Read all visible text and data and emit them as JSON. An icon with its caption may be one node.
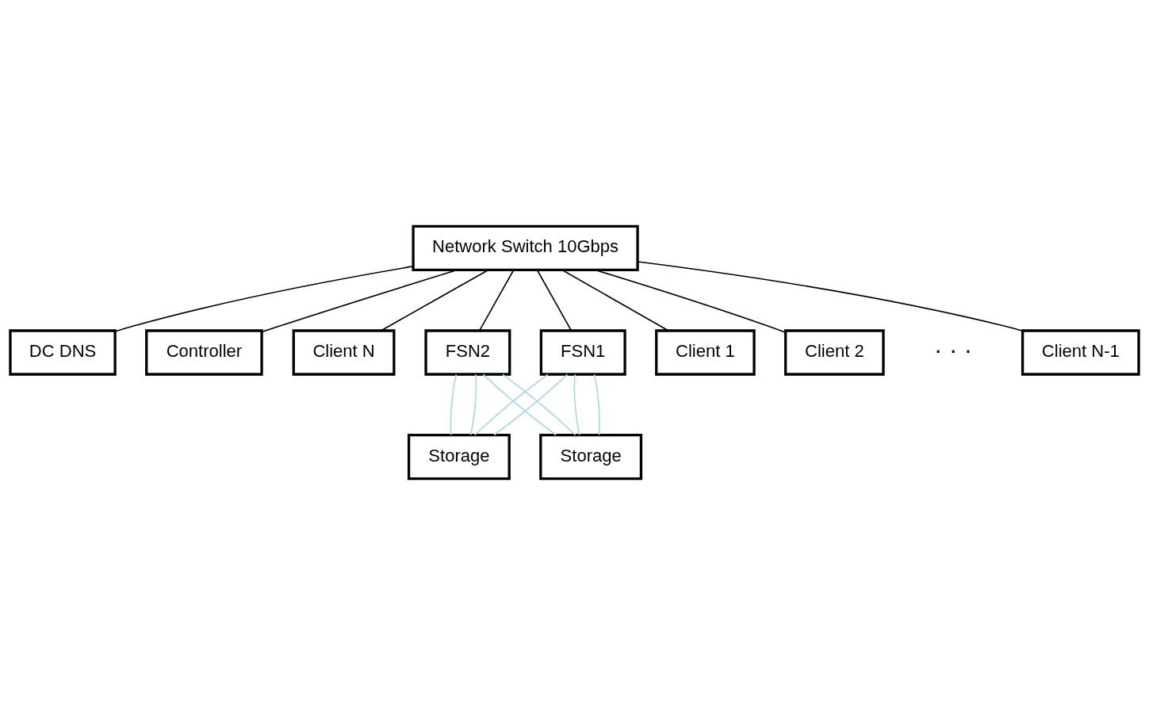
{
  "diagram": {
    "nodes": [
      {
        "text": [
          "Network Switch 10Gbps"
        ]
      },
      {
        "text": [
          "DC DNS"
        ]
      },
      {
        "text": [
          "Controller"
        ]
      },
      {
        "text": [
          "FSN1"
        ]
      },
      {
        "text": [
          "FSN2"
        ]
      },
      {
        "text": [
          "Storage"
        ]
      },
      {
        "text": [
          "Storage"
        ]
      },
      {
        "text": [
          "Client 1"
        ]
      },
      {
        "text": [
          "Client 2"
        ]
      },
      {
        "text": [
          "Client N-1"
        ]
      },
      {
        "text": [
          "Client N"
        ]
      }
    ],
    "edges": [
      {
        "from": 0,
        "to": 1,
        "arrow": "none"
      },
      {
        "from": 0,
        "to": 3,
        "arrow": "none"
      },
      {
        "from": 0,
        "to": 2,
        "arrow": "none"
      },
      {
        "from": 0,
        "to": 4,
        "arrow": "none"
      },
      {
        "from": 0,
        "to": 7,
        "arrow": "none"
      },
      {
        "from": 0,
        "to": 8,
        "arrow": "none"
      },
      {
        "from": 0,
        "to": 9,
        "arrow": "none"
      },
      {
        "from": 0,
        "to": 10,
        "arrow": "none"
      },
      {
        "from": 3,
        "to": 5,
        "arrow": "none",
        "color": "#a8d8e0"
      },
      {
        "from": 3,
        "to": 5,
        "arrow": "none",
        "color": "#a8d8e0"
      },
      {
        "from": 3,
        "to": 6,
        "arrow": "none",
        "color": "#a8d8e0"
      },
      {
        "from": 3,
        "to": 6,
        "arrow": "none",
        "color": "#a8d8e0"
      },
      {
        "from": 4,
        "to": 6,
        "arrow": "none",
        "color": "#a8d8e0"
      },
      {
        "from": 4,
        "to": 6,
        "arrow": "none",
        "color": "#a8d8e0"
      },
      {
        "from": 4,
        "to": 5,
        "arrow": "none",
        "color": "#a8d8e0"
      },
      {
        "from": 4,
        "to": 5,
        "arrow": "none",
        "color": "#a8d8e0"
      }
    ],
    "labels": [
      "· · ·"
    ]
  }
}
